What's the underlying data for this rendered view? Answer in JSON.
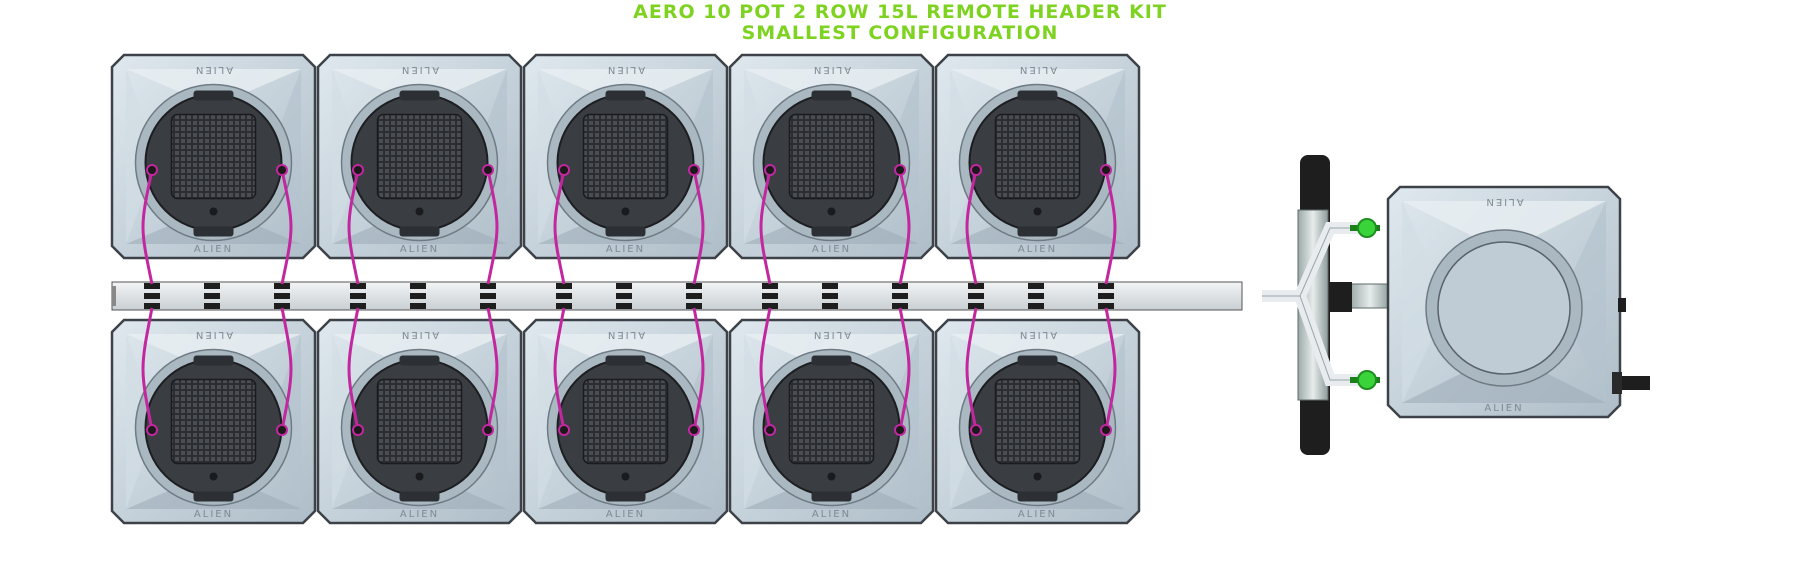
{
  "title": {
    "line1": "AERO 10 POT 2 ROW 15L REMOTE HEADER KIT",
    "line2": "SMALLEST CONFIGURATION"
  },
  "brand_text": "ALIEN",
  "layout": {
    "rows": 2,
    "pots_per_row": 5,
    "pot_volume": "15L",
    "has_remote_header_tank": true
  },
  "colors": {
    "title": "#7ed321",
    "pot_body": "#c5d3dc",
    "pot_lid": "#3a3d42",
    "feed_line": "#c2279f",
    "valve": "#39d43a",
    "pipe": "#dfe3e6",
    "dark_fitting": "#1e1e1e"
  }
}
